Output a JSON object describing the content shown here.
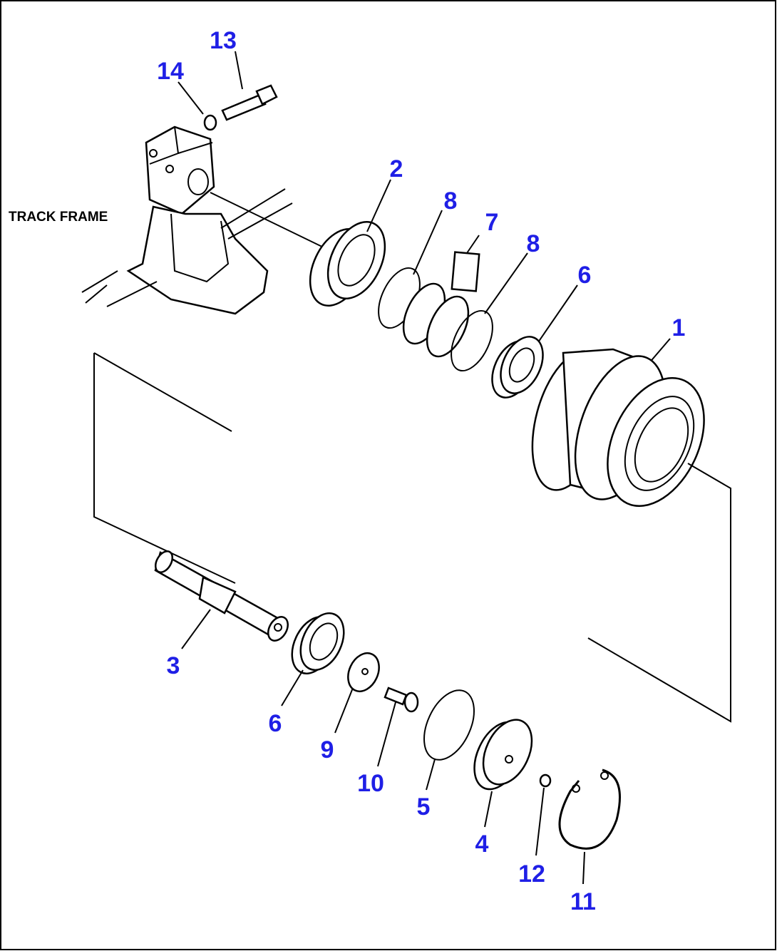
{
  "diagram": {
    "caption_track_frame": "TRACK FRAME",
    "callouts": [
      {
        "id": "c13",
        "text": "13"
      },
      {
        "id": "c14",
        "text": "14"
      },
      {
        "id": "c2",
        "text": "2"
      },
      {
        "id": "c8a",
        "text": "8"
      },
      {
        "id": "c7",
        "text": "7"
      },
      {
        "id": "c8b",
        "text": "8"
      },
      {
        "id": "c6a",
        "text": "6"
      },
      {
        "id": "c1",
        "text": "1"
      },
      {
        "id": "c3",
        "text": "3"
      },
      {
        "id": "c6b",
        "text": "6"
      },
      {
        "id": "c9",
        "text": "9"
      },
      {
        "id": "c10",
        "text": "10"
      },
      {
        "id": "c5",
        "text": "5"
      },
      {
        "id": "c4",
        "text": "4"
      },
      {
        "id": "c12",
        "text": "12"
      },
      {
        "id": "c11",
        "text": "11"
      }
    ],
    "label_color": "#1f1fe6"
  }
}
